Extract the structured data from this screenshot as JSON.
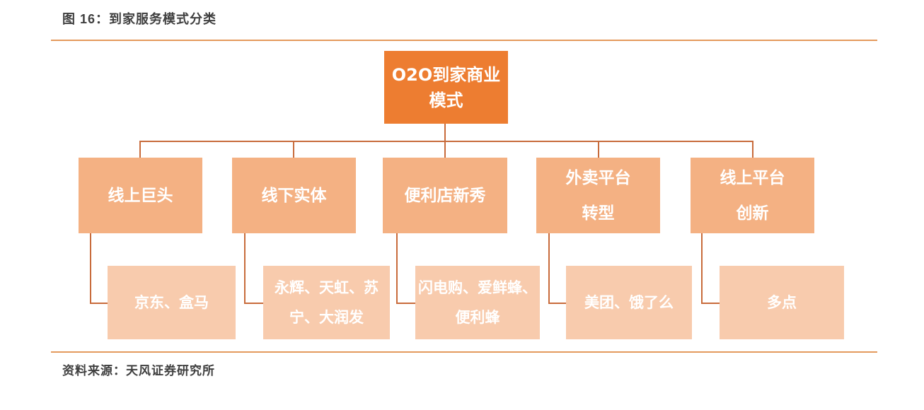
{
  "figure": {
    "title": "图 16：到家服务模式分类",
    "source": "资料来源：天风证券研究所"
  },
  "colors": {
    "root_fill": "#ED7D31",
    "category_fill": "#F4B183",
    "example_fill": "#F8CBAD",
    "connector_line": "#C86B3B",
    "divider_rule": "#E49A5D",
    "heading_text": "#3F3F3F",
    "node_text": "#FFFFFF"
  },
  "tree": {
    "root": "O2O到家商业\n模式",
    "branches": [
      {
        "category": "线上巨头",
        "examples": "京东、盒马"
      },
      {
        "category": "线下实体",
        "examples": "永辉、天虹、苏\n宁、大润发"
      },
      {
        "category": "便利店新秀",
        "examples": "闪电购、爱鲜蜂、\n便利蜂"
      },
      {
        "category": "外卖平台\n转型",
        "examples": "美团、饿了么"
      },
      {
        "category": "线上平台\n创新",
        "examples": "多点"
      }
    ]
  }
}
